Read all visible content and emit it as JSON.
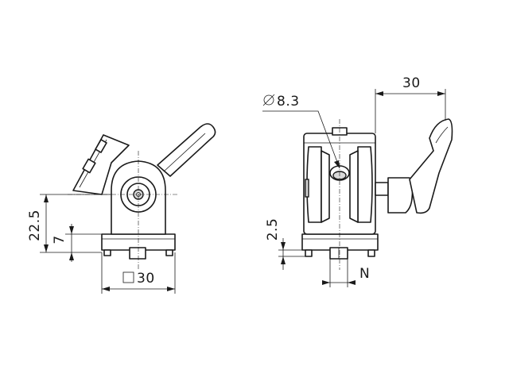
{
  "dimensions": {
    "left_height_total": "22.5",
    "left_height_base": "7",
    "left_width": "30",
    "right_bore": "8.3",
    "right_handle_offset": "30",
    "right_base_height": "2.5",
    "right_slot": "N"
  },
  "symbols": {
    "square": "square-symbol",
    "diameter": "diameter-symbol"
  },
  "colors": {
    "line": "#1a1a1a",
    "shading": "#d9d9d9",
    "background": "#ffffff"
  }
}
